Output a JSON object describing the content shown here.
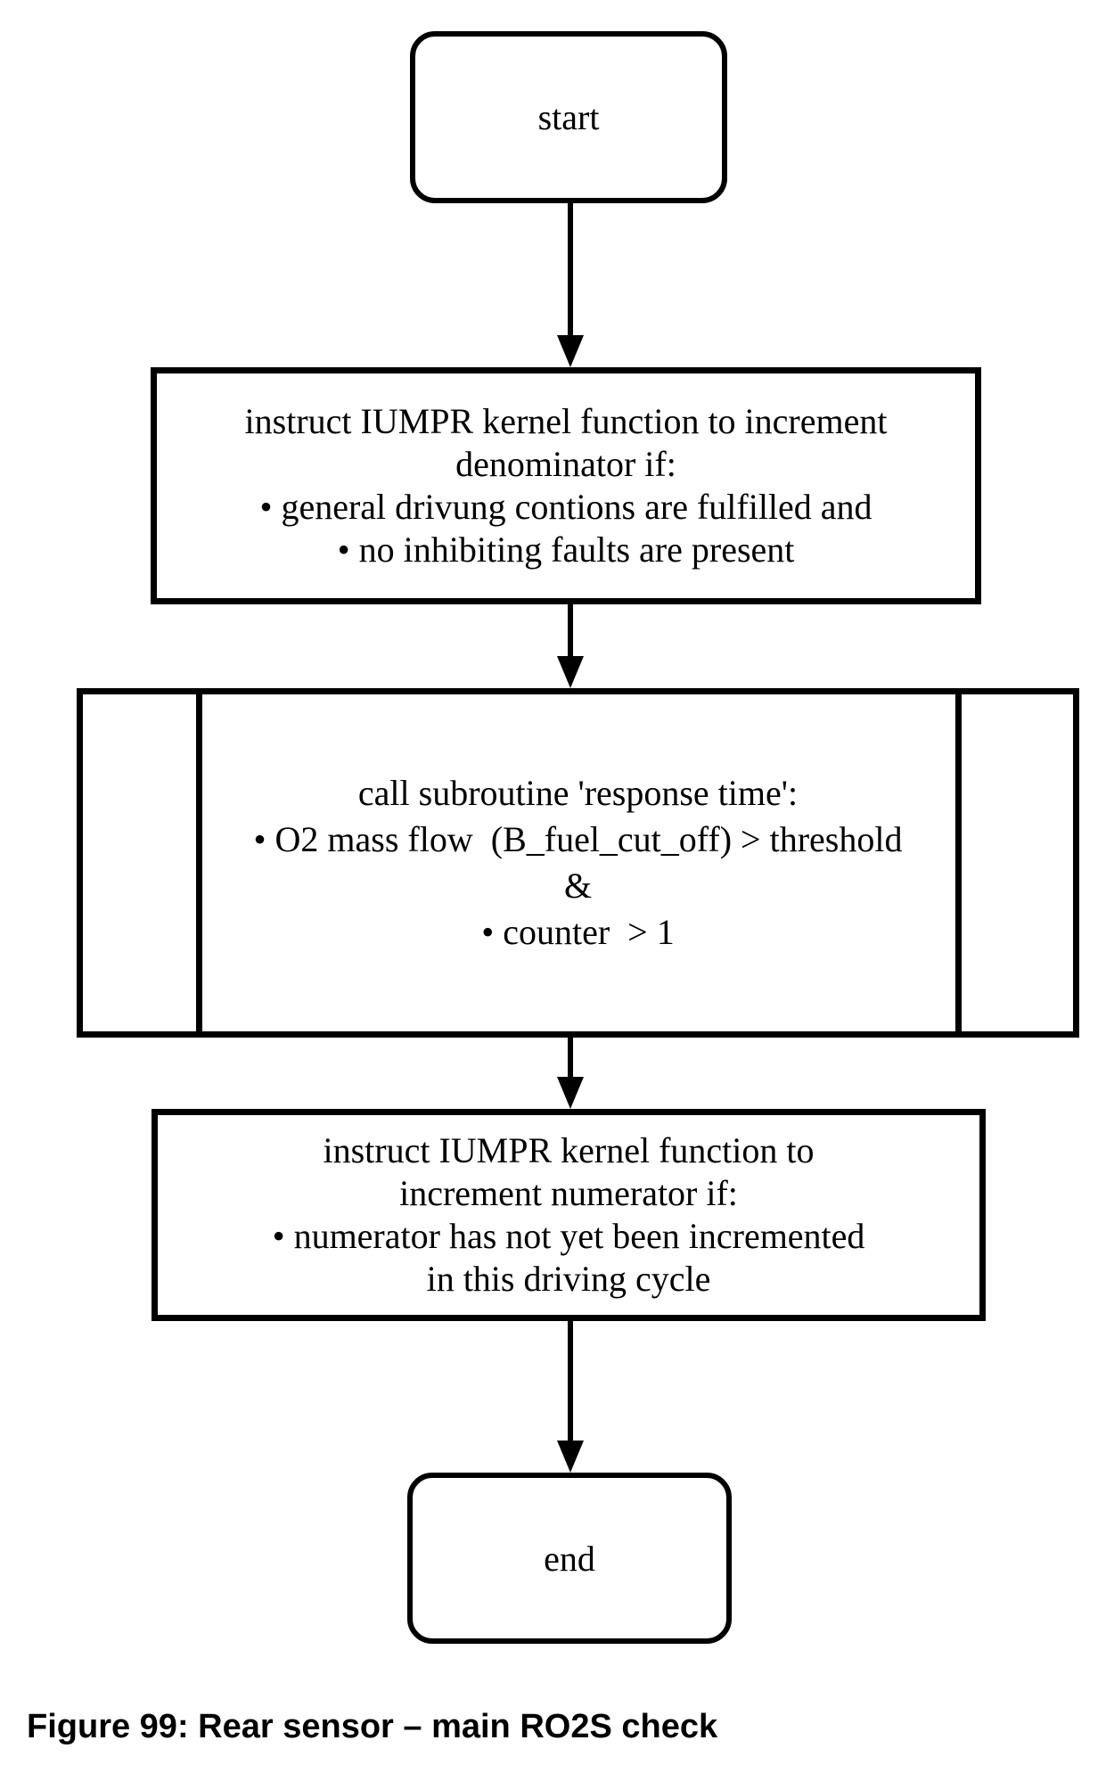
{
  "figure": {
    "caption": "Figure 99: Rear sensor – main RO2S check"
  },
  "colors": {
    "line": "#000000",
    "text": "#000000",
    "background": "#ffffff"
  },
  "flowchart": {
    "nodes": [
      {
        "id": "start",
        "type": "terminator",
        "label": "start"
      },
      {
        "id": "increment-denominator",
        "type": "process",
        "lines": [
          "instruct IUMPR kernel function to increment",
          "denominator if:",
          "• general drivung contions are fulfilled and",
          "• no inhibiting faults are present"
        ]
      },
      {
        "id": "call-response-time",
        "type": "predefined-process",
        "lines": [
          "call subroutine 'response time':",
          "• O2 mass flow  (B_fuel_cut_off) > threshold",
          "&",
          "• counter  > 1"
        ]
      },
      {
        "id": "increment-numerator",
        "type": "process",
        "lines": [
          "instruct IUMPR kernel function to",
          "increment numerator if:",
          "• numerator has not yet been incremented",
          "in this driving cycle"
        ]
      },
      {
        "id": "end",
        "type": "terminator",
        "label": "end"
      }
    ],
    "edges": [
      {
        "from": "start",
        "to": "increment-denominator"
      },
      {
        "from": "increment-denominator",
        "to": "call-response-time"
      },
      {
        "from": "call-response-time",
        "to": "increment-numerator"
      },
      {
        "from": "increment-numerator",
        "to": "end"
      }
    ]
  }
}
